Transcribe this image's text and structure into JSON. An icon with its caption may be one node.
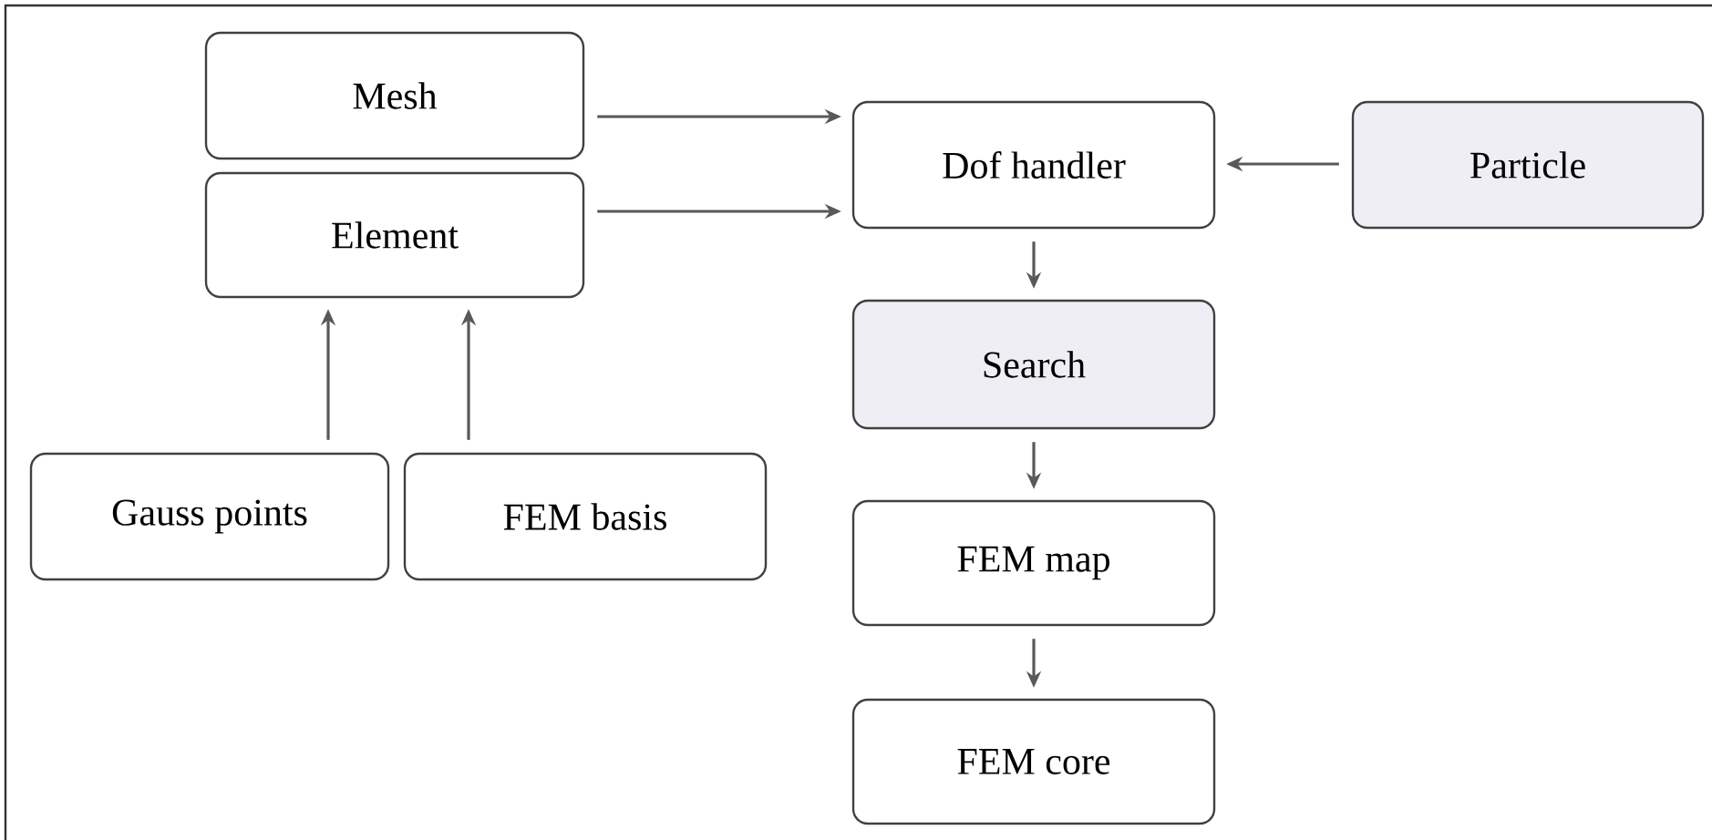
{
  "diagram": {
    "nodes": [
      {
        "text": [
          "Mesh"
        ]
      },
      {
        "text": [
          "Dof handler"
        ]
      },
      {
        "text": [
          "Particle"
        ]
      },
      {
        "text": [
          "Element"
        ]
      },
      {
        "text": [
          "Search"
        ]
      },
      {
        "text": [
          "Gauss points"
        ]
      },
      {
        "text": [
          "FEM basis"
        ]
      },
      {
        "text": [
          "FEM map"
        ]
      },
      {
        "text": [
          "FEM core"
        ]
      }
    ],
    "edges": [
      {
        "from": 0,
        "to": 1,
        "arrow": "to"
      },
      {
        "from": 3,
        "to": 1,
        "arrow": "to"
      },
      {
        "from": 2,
        "to": 1,
        "arrow": "to"
      },
      {
        "from": 5,
        "to": 3,
        "arrow": "to"
      },
      {
        "from": 6,
        "to": 3,
        "arrow": "to"
      },
      {
        "from": 1,
        "to": 4,
        "arrow": "to"
      },
      {
        "from": 4,
        "to": 7,
        "arrow": "to"
      },
      {
        "from": 7,
        "to": 8,
        "arrow": "to"
      }
    ]
  }
}
